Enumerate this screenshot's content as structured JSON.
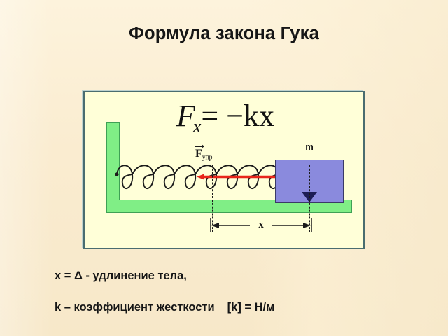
{
  "title": "Формула закона Гука",
  "panel": {
    "formula": {
      "base": "F",
      "subscript": "x",
      "rhs": "= −kx"
    },
    "diagram": {
      "mass_label": "m",
      "force_label_base": "F",
      "force_label_sub": "упр",
      "displacement_label": "x",
      "spring_coils": 8,
      "colors": {
        "support_green": "#80EE86",
        "support_outline": "#3FA055",
        "block_purple": "#8A8ADD",
        "block_outline": "#3A3A66",
        "force_arrow_red": "#E8251A",
        "panel_background": "#FFFFD8",
        "panel_border": "#4A6D70",
        "line_black": "#1B1B1B",
        "marker_navy": "#1D1D54"
      }
    }
  },
  "captions": {
    "line1": "x = Δ - удлинение тела,",
    "line2_definition": "k – коэффициент жесткости",
    "line2_unit": "[k] = Н/м"
  },
  "page": {
    "background": "#FBEED2"
  }
}
